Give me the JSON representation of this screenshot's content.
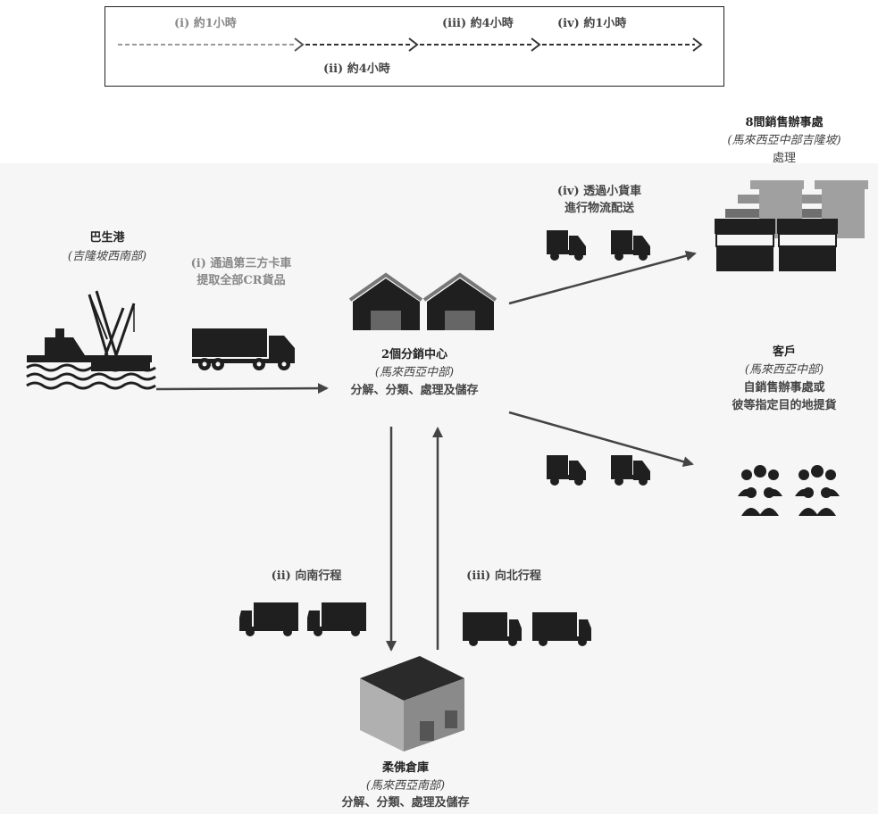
{
  "legend": {
    "step_i": "(i) 約1小時",
    "step_ii": "(ii) 約4小時",
    "step_iii": "(iii) 約4小時",
    "step_iv": "(iv) 約1小時"
  },
  "nodes": {
    "port": {
      "name": "巴生港",
      "location": "(吉隆坡西南部)"
    },
    "distribution_centers": {
      "name": "2個分銷中心",
      "location": "(馬來西亞中部)",
      "function": "分解、分類、處理及儲存"
    },
    "sales_offices": {
      "name": "8間銷售辦事處",
      "location": "(馬來西亞中部吉隆坡)",
      "function": "處理"
    },
    "customers": {
      "name": "客戶",
      "location": "(馬來西亞中部)",
      "line1": "自銷售辦事處或",
      "line2": "彼等指定目的地提貨"
    },
    "johor_warehouse": {
      "name": "柔佛倉庫",
      "location": "(馬來西亞南部)",
      "function": "分解、分類、處理及儲存"
    }
  },
  "routes": {
    "i": {
      "line1": "(i) 通過第三方卡車",
      "line2": "提取全部CR貨品"
    },
    "iv": {
      "line1": "(iv) 透過小貨車",
      "line2": "進行物流配送"
    },
    "ii": {
      "label": "(ii) 向南行程"
    },
    "iii": {
      "label": "(iii) 向北行程"
    }
  },
  "colors": {
    "icon": "#1f1f1f",
    "gray_text": "#8a8a8a",
    "panel": "#f6f6f6",
    "store_back": "#a0a0a0"
  }
}
